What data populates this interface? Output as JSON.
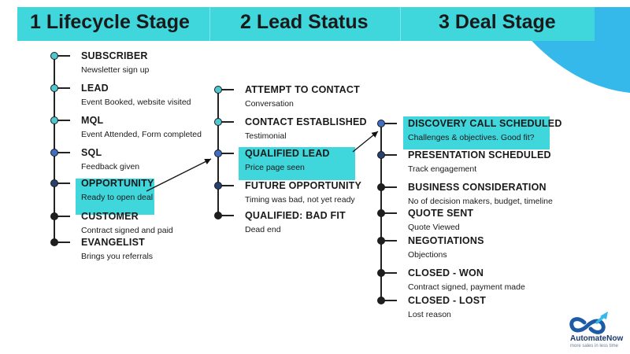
{
  "colors": {
    "header": "#3fd6dc",
    "highlight": "#3fd6dc",
    "arc": "#35b8ea",
    "line": "#222222",
    "node_teal": "#4ec7cf",
    "node_blue": "#3f6fc2",
    "node_navy": "#27406e",
    "node_dark": "#1f1f1f"
  },
  "header": {
    "col1": "1 Lifecycle Stage",
    "col2": "2 Lead Status",
    "col3": "3 Deal Stage"
  },
  "lifecycle": [
    {
      "title": "SUBSCRIBER",
      "desc": "Newsletter sign up",
      "node": "teal"
    },
    {
      "title": "LEAD",
      "desc": "Event Booked, website visited",
      "node": "teal"
    },
    {
      "title": "MQL",
      "desc": "Event Attended, Form completed",
      "node": "teal"
    },
    {
      "title": "SQL",
      "desc": "Feedback given",
      "node": "blue"
    },
    {
      "title": "OPPORTUNITY",
      "desc": "Ready to open deal",
      "node": "navy",
      "highlight": true
    },
    {
      "title": "CUSTOMER",
      "desc": "Contract signed and paid",
      "node": "dark"
    },
    {
      "title": "EVANGELIST",
      "desc": "Brings you referrals",
      "node": "dark"
    }
  ],
  "lead_status": [
    {
      "title": "ATTEMPT TO CONTACT",
      "desc": "Conversation",
      "node": "teal"
    },
    {
      "title": "CONTACT ESTABLISHED",
      "desc": "Testimonial",
      "node": "teal"
    },
    {
      "title": "QUALIFIED LEAD",
      "desc": "Price page seen",
      "node": "blue",
      "highlight": true
    },
    {
      "title": "FUTURE OPPORTUNITY",
      "desc": "Timing was bad, not yet ready",
      "node": "navy"
    },
    {
      "title": "QUALIFIED: BAD FIT",
      "desc": "Dead end",
      "node": "dark"
    }
  ],
  "deal_stage": [
    {
      "title": "DISCOVERY CALL SCHEDULED",
      "desc": "Challenges & objectives. Good fit?",
      "node": "blue",
      "highlight": true
    },
    {
      "title": "PRESENTATION SCHEDULED",
      "desc": "Track engagement",
      "node": "navy"
    },
    {
      "title": "BUSINESS CONSIDERATION",
      "desc": "No of decision makers, budget, timeline",
      "node": "dark"
    },
    {
      "title": "QUOTE SENT",
      "desc": "Quote Viewed",
      "node": "dark"
    },
    {
      "title": "NEGOTIATIONS",
      "desc": "Objections",
      "node": "dark"
    },
    {
      "title": "CLOSED - WON",
      "desc": "Contract signed, payment made",
      "node": "dark"
    },
    {
      "title": "CLOSED - LOST",
      "desc": "Lost reason",
      "node": "dark"
    }
  ],
  "logo": {
    "name": "AutomateNow",
    "tagline": "more sales in less time",
    "icon": "infinity-arrow-icon"
  }
}
